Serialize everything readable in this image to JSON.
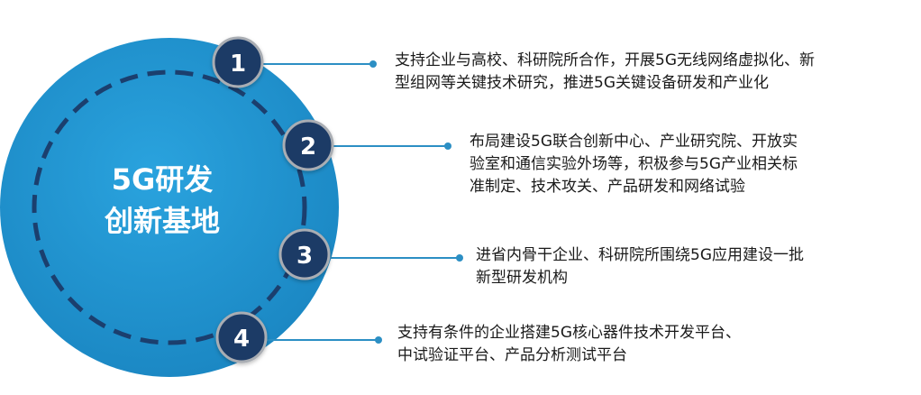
{
  "center": {
    "title_line1": "5G研发",
    "title_line2": "创新基地"
  },
  "items": [
    {
      "number": "1",
      "lines": [
        "支持企业与高校、科研院所合作，开展5G无线网络虚拟化、新",
        "型组网等关键技术研究，推进5G关键设备研发和产业化"
      ]
    },
    {
      "number": "2",
      "lines": [
        "布局建设5G联合创新中心、产业研究院、开放实",
        "验室和通信实验外场等，积极参与5G产业相关标",
        "准制定、技术攻关、产品研发和网络试验"
      ]
    },
    {
      "number": "3",
      "lines": [
        "进省内骨干企业、科研院所围绕5G应用建设一批",
        "新型研发机构"
      ]
    },
    {
      "number": "4",
      "lines": [
        "支持有条件的企业搭建5G核心器件技术开发平台、",
        "中试验证平台、产品分析测试平台"
      ]
    }
  ],
  "colors": {
    "circle_fill": "#1f93cf",
    "dash_ring": "#1b3f6e",
    "badge_fill": "#1b3a66",
    "badge_border": "#a9adb3",
    "connector": "#2c8fc4",
    "text": "#1a1a1a"
  }
}
